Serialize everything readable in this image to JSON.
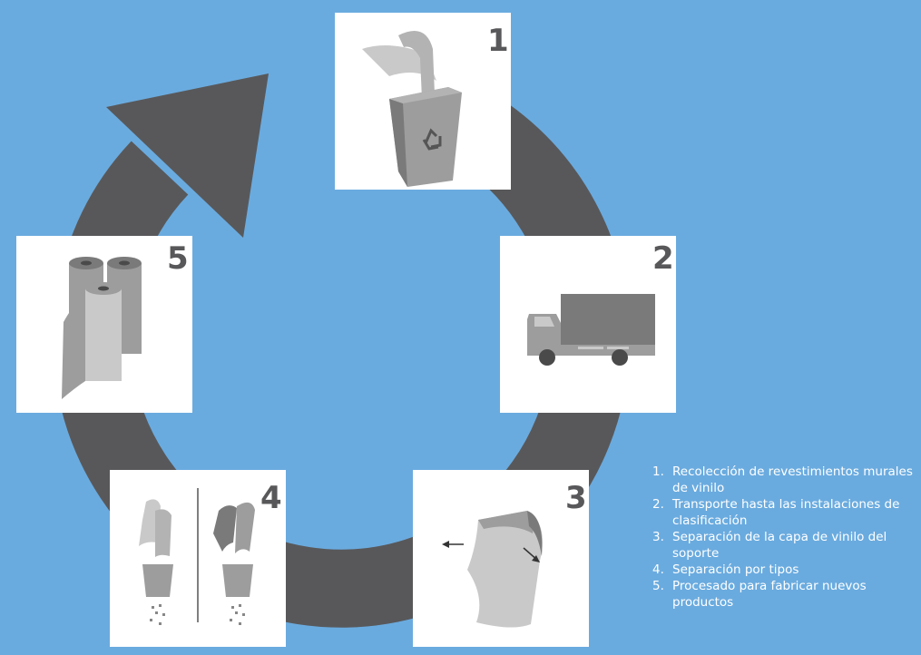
{
  "colors": {
    "background": "#6aabdf",
    "arrow": "#58585a",
    "card": "#ffffff",
    "icon_dark": "#7a7a7a",
    "icon_mid": "#9d9d9d",
    "icon_light": "#c9c9c9"
  },
  "steps": [
    {
      "number": "1",
      "icon": "recycle-bin-icon"
    },
    {
      "number": "2",
      "icon": "truck-icon"
    },
    {
      "number": "3",
      "icon": "peeling-layer-icon"
    },
    {
      "number": "4",
      "icon": "sorting-icon"
    },
    {
      "number": "5",
      "icon": "rolls-icon"
    }
  ],
  "legend": [
    {
      "num": "1.",
      "text": "Recolección de revestimientos murales de vinilo"
    },
    {
      "num": "2.",
      "text": "Transporte hasta las instalaciones de clasificación"
    },
    {
      "num": "3.",
      "text": "Separación de la capa de vinilo del soporte"
    },
    {
      "num": "4.",
      "text": "Separación por tipos"
    },
    {
      "num": "5.",
      "text": "Procesado para fabricar nuevos productos"
    }
  ]
}
